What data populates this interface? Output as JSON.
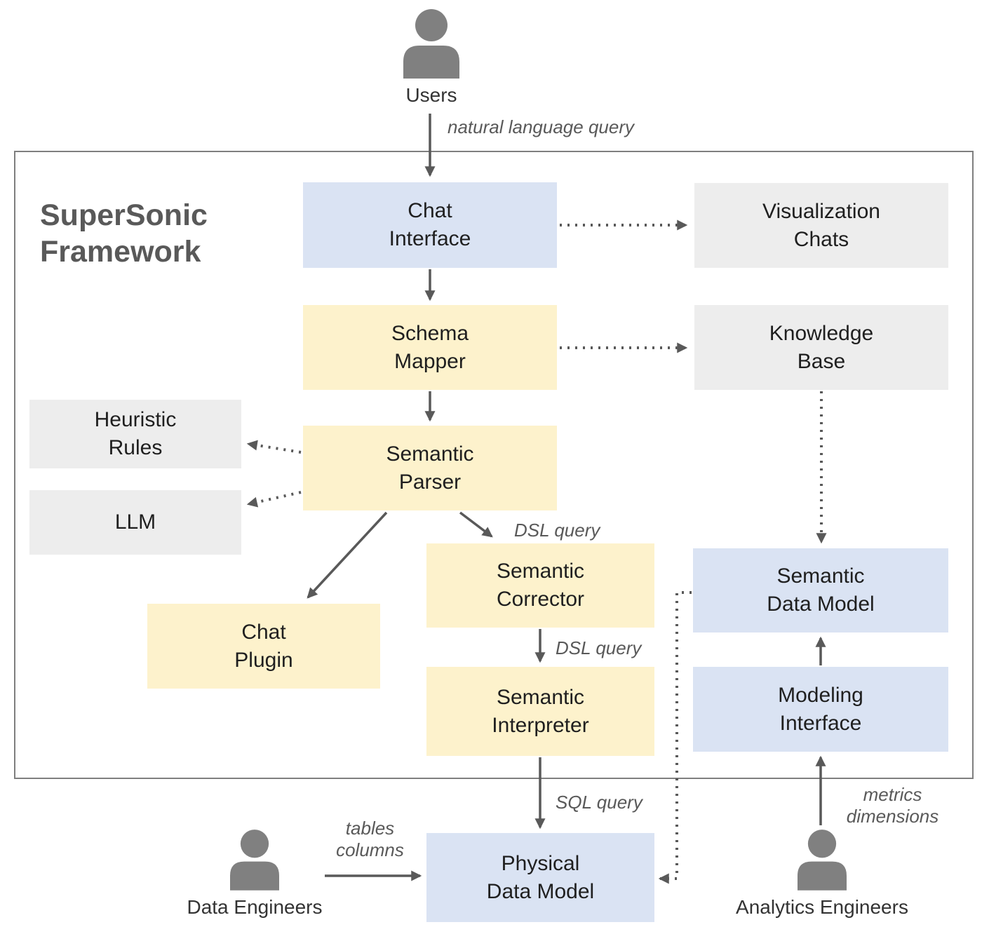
{
  "title": "SuperSonic\nFramework",
  "colors": {
    "blue_box": "#dae3f3",
    "yellow_box": "#fdf2cc",
    "gray_box": "#ededed",
    "arrow": "#595959",
    "frame_border": "#7f7f7f",
    "actor_icon": "#808080"
  },
  "actors": {
    "users": {
      "label": "Users"
    },
    "data_engineers": {
      "label": "Data Engineers"
    },
    "analytics_engineers": {
      "label": "Analytics Engineers"
    }
  },
  "nodes": {
    "chat_interface": {
      "label": "Chat\nInterface"
    },
    "visualization_chats": {
      "label": "Visualization\nChats"
    },
    "schema_mapper": {
      "label": "Schema\nMapper"
    },
    "knowledge_base": {
      "label": "Knowledge\nBase"
    },
    "heuristic_rules": {
      "label": "Heuristic\nRules"
    },
    "llm": {
      "label": "LLM"
    },
    "semantic_parser": {
      "label": "Semantic\nParser"
    },
    "chat_plugin": {
      "label": "Chat\nPlugin"
    },
    "semantic_corrector": {
      "label": "Semantic\nCorrector"
    },
    "semantic_interpreter": {
      "label": "Semantic\nInterpreter"
    },
    "semantic_data_model": {
      "label": "Semantic\nData Model"
    },
    "modeling_interface": {
      "label": "Modeling\nInterface"
    },
    "physical_data_model": {
      "label": "Physical\nData Model"
    }
  },
  "edge_labels": {
    "natural_language_query": "natural language query",
    "dsl_query_parser_corrector": "DSL query",
    "dsl_query_corrector_interpreter": "DSL query",
    "sql_query": "SQL query",
    "tables_columns": "tables\ncolumns",
    "metrics_dimensions": "metrics\ndimensions"
  }
}
